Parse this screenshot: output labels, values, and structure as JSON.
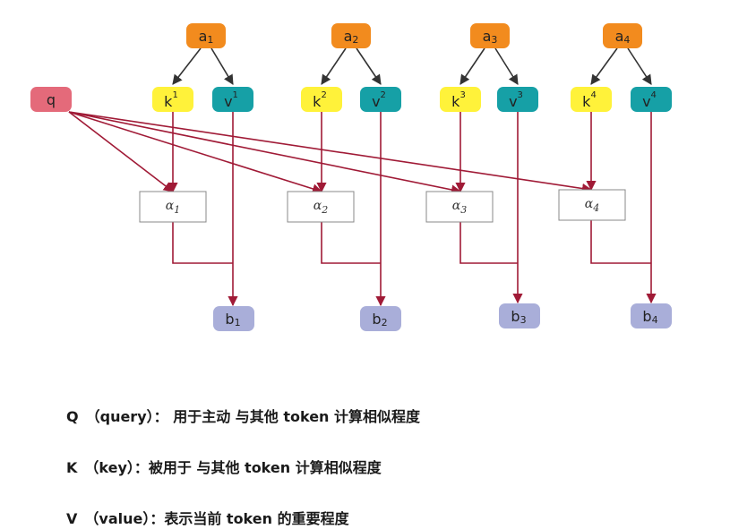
{
  "diagram": {
    "query": {
      "label": "q",
      "color": "#e46a7a"
    },
    "tokens": [
      {
        "a": "a",
        "a_sub": "1",
        "k": "k",
        "k_sup": "1",
        "v": "v",
        "v_sup": "1",
        "alpha": "α",
        "alpha_sub": "1",
        "b": "b",
        "b_sub": "1"
      },
      {
        "a": "a",
        "a_sub": "2",
        "k": "k",
        "k_sup": "2",
        "v": "v",
        "v_sup": "2",
        "alpha": "α",
        "alpha_sub": "2",
        "b": "b",
        "b_sub": "2"
      },
      {
        "a": "a",
        "a_sub": "3",
        "k": "k",
        "k_sup": "3",
        "v": "v",
        "v_sup": "3",
        "alpha": "α",
        "alpha_sub": "3",
        "b": "b",
        "b_sub": "3"
      },
      {
        "a": "a",
        "a_sub": "4",
        "k": "k",
        "k_sup": "4",
        "v": "v",
        "v_sup": "4",
        "alpha": "α",
        "alpha_sub": "4",
        "b": "b",
        "b_sub": "4"
      }
    ],
    "colors": {
      "a_node": "#f28b1e",
      "k_node": "#fff23a",
      "v_node": "#16a0a6",
      "b_node": "#a9aed9",
      "red_arrow": "#a01a36",
      "black_arrow": "#333333",
      "alpha_box_border": "#888888"
    }
  },
  "legend": [
    {
      "term": "Q",
      "text": "（query）：  用于主动 与其他 token 计算相似程度"
    },
    {
      "term": "K",
      "text": "（key）：被用于 与其他 token 计算相似程度"
    },
    {
      "term": "V",
      "text": "（value）：表示当前 token 的重要程度"
    }
  ]
}
